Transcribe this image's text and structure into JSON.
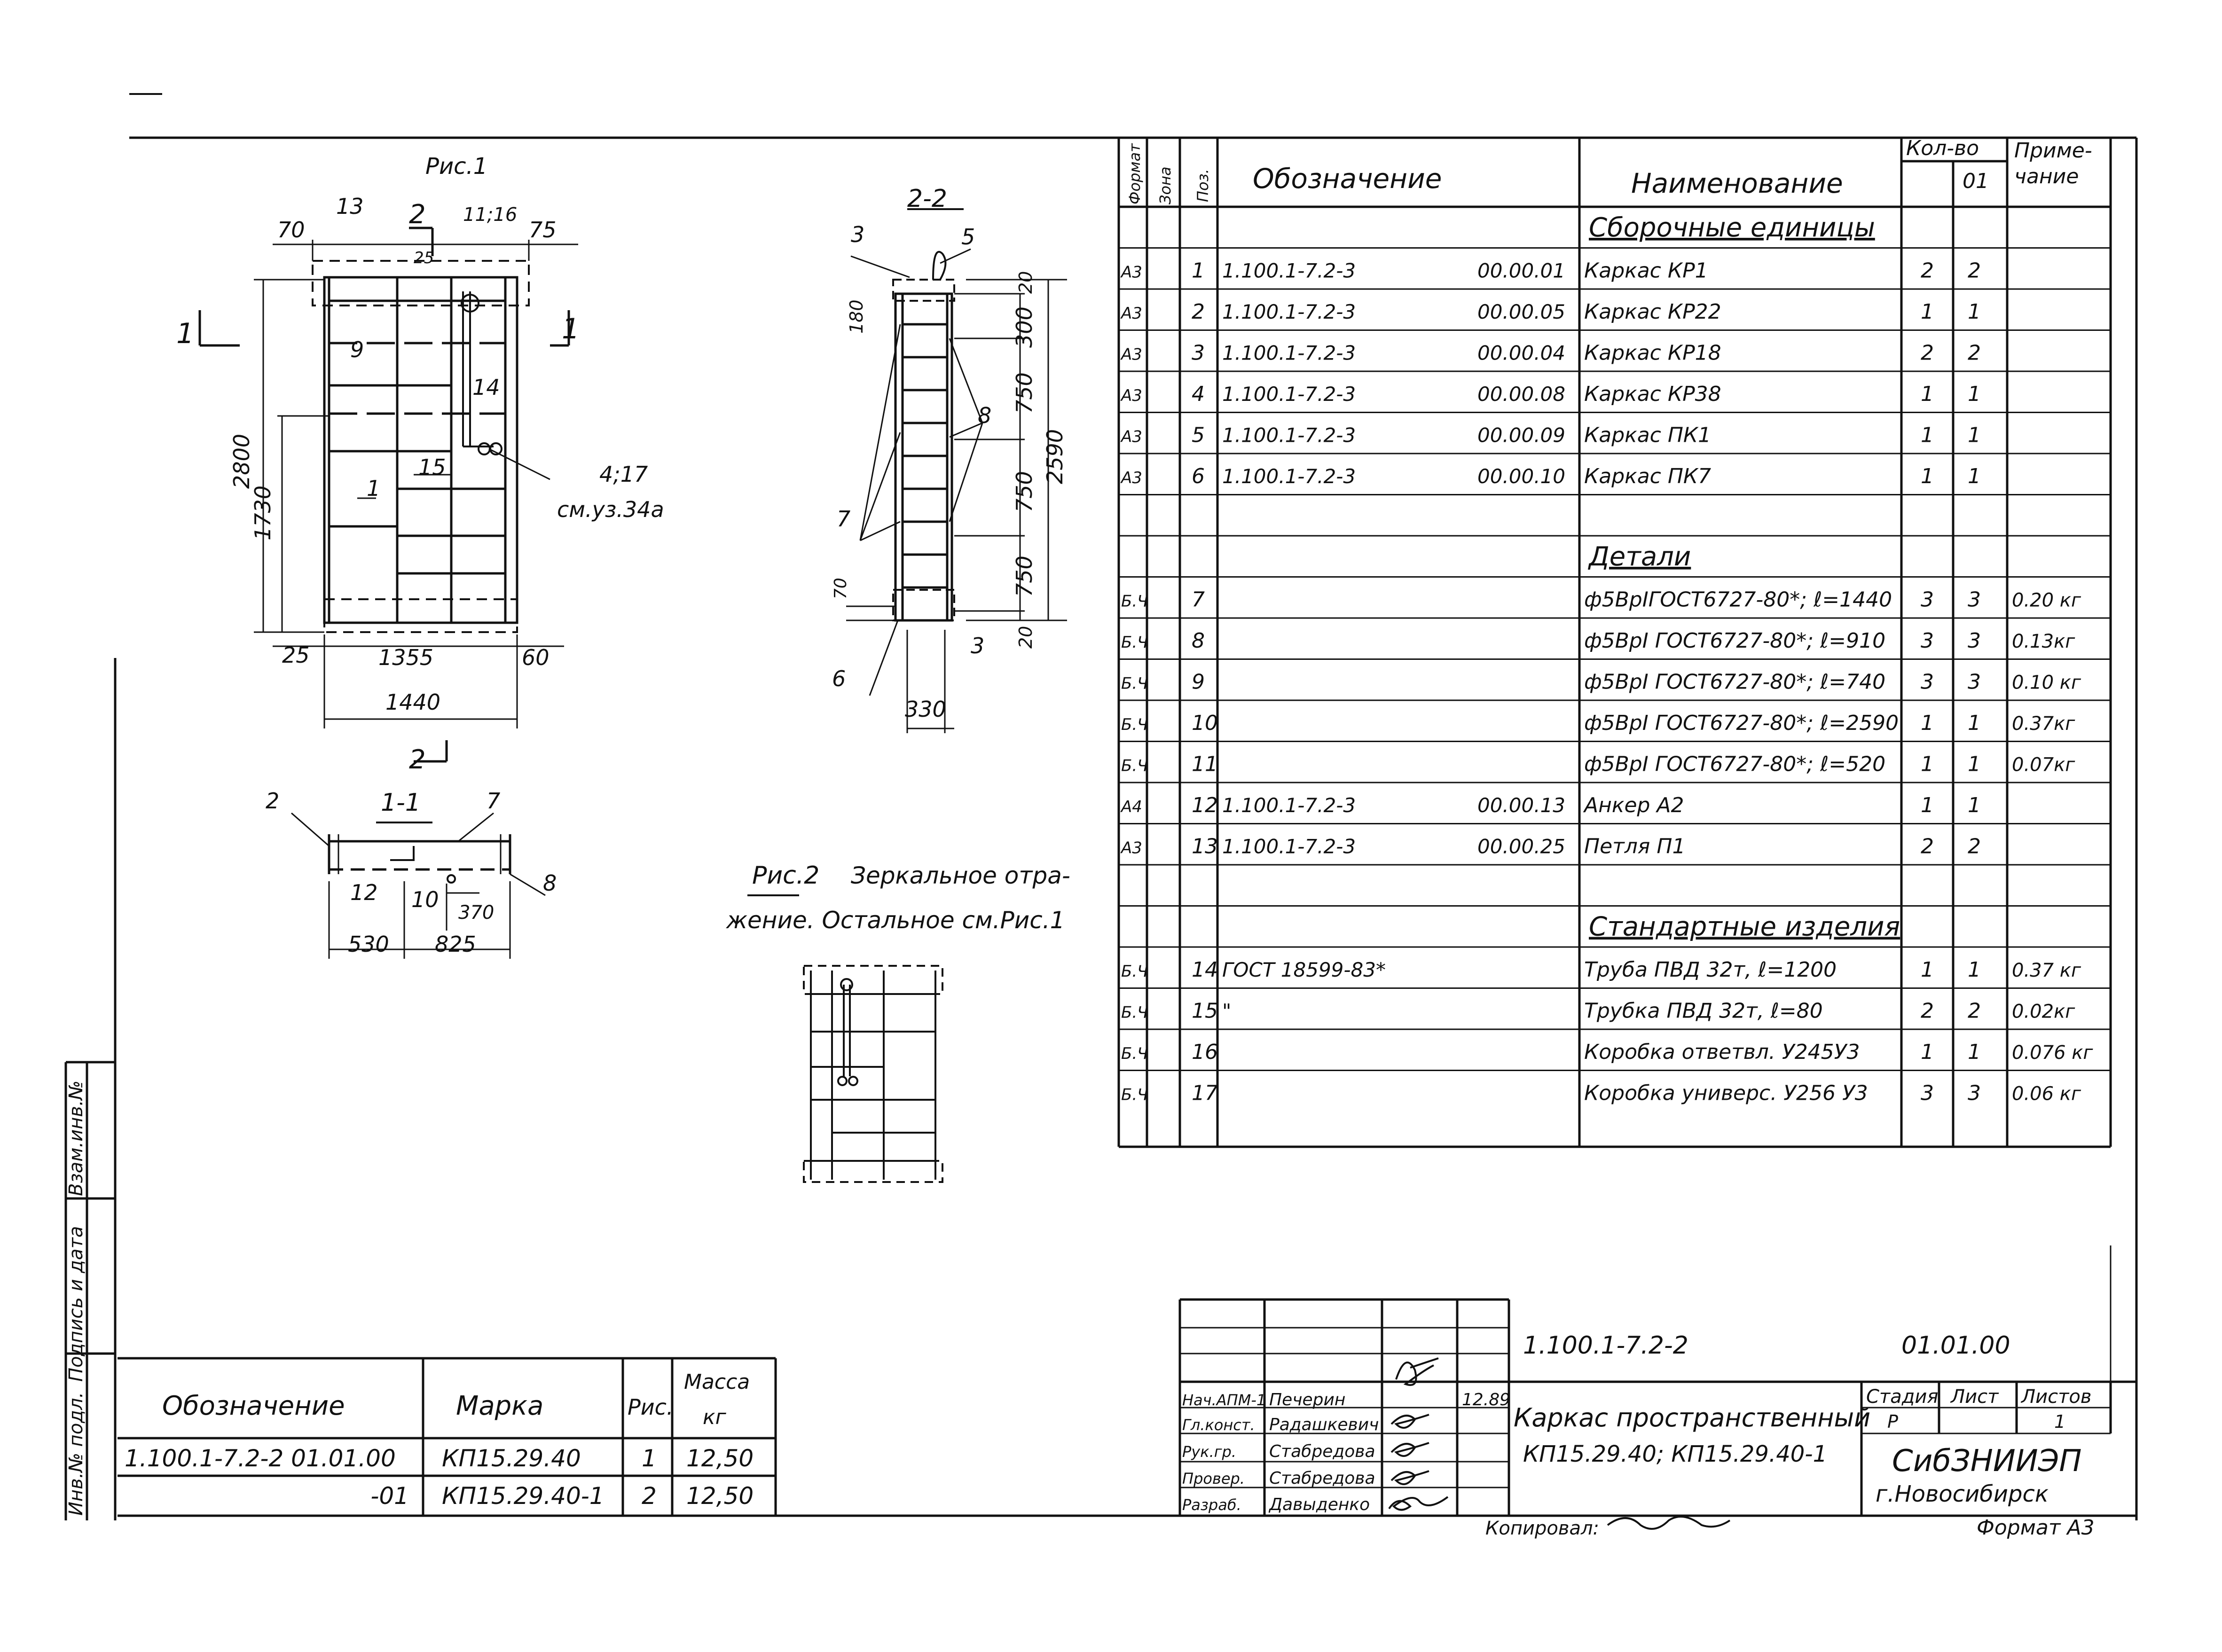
{
  "fig1": {
    "title": "Рис.1",
    "dims": {
      "d70": "70",
      "d75": "75",
      "d25": "25",
      "d2800": "2800",
      "d1730": "1730",
      "d1355": "1355",
      "d1440": "1440",
      "d60": "60",
      "d25b": "25"
    },
    "labels": {
      "l13": "13",
      "l2": "2",
      "l11_16": "11;16",
      "l9": "9",
      "l14": "14",
      "l1": "1",
      "l15": "15",
      "l4_17": "4;17",
      "ref": "см.уз.34а",
      "cut1a": "1",
      "cut1b": "1",
      "cut2b": "2"
    }
  },
  "fig22": {
    "title": "2-2",
    "labels": {
      "l3": "3",
      "l5": "5",
      "l8": "8",
      "l7": "7",
      "l3b": "3",
      "l6": "6"
    },
    "dims": {
      "d20a": "20",
      "d180": "180",
      "d300": "300",
      "d750a": "750",
      "d750b": "750",
      "d750c": "750",
      "d2590": "2590",
      "d70": "70",
      "d20b": "20",
      "d330": "330"
    }
  },
  "fig11": {
    "title": "1-1",
    "labels": {
      "l2": "2",
      "l7": "7",
      "l12": "12",
      "l10": "10",
      "l8": "8"
    },
    "dims": {
      "d370": "370",
      "d530": "530",
      "d825": "825"
    }
  },
  "fig2": {
    "title": "Рис.2",
    "note1": "Зеркальное отра-",
    "note2": "жение. Остальное см.Рис.1"
  },
  "spec": {
    "headers": {
      "format": "Формат",
      "zone": "Зона",
      "pos": "Поз.",
      "designation": "Обозначение",
      "name": "Наименование",
      "qty": "Кол-во",
      "qty01": "01",
      "note1": "Приме-",
      "note2": "чание"
    },
    "rows": [
      {
        "f": "",
        "p": "",
        "d": "",
        "c": "",
        "n": "Сборочные единицы",
        "q1": "",
        "q2": "",
        "m": "",
        "section": true
      },
      {
        "f": "А3",
        "p": "1",
        "d": "1.100.1-7.2-3",
        "c": "00.00.01",
        "n": "Каркас КР1",
        "q1": "2",
        "q2": "2",
        "m": ""
      },
      {
        "f": "А3",
        "p": "2",
        "d": "1.100.1-7.2-3",
        "c": "00.00.05",
        "n": "Каркас КР22",
        "q1": "1",
        "q2": "1",
        "m": ""
      },
      {
        "f": "А3",
        "p": "3",
        "d": "1.100.1-7.2-3",
        "c": "00.00.04",
        "n": "Каркас КР18",
        "q1": "2",
        "q2": "2",
        "m": ""
      },
      {
        "f": "А3",
        "p": "4",
        "d": "1.100.1-7.2-3",
        "c": "00.00.08",
        "n": "Каркас КР38",
        "q1": "1",
        "q2": "1",
        "m": ""
      },
      {
        "f": "А3",
        "p": "5",
        "d": "1.100.1-7.2-3",
        "c": "00.00.09",
        "n": "Каркас ПК1",
        "q1": "1",
        "q2": "1",
        "m": ""
      },
      {
        "f": "А3",
        "p": "6",
        "d": "1.100.1-7.2-3",
        "c": "00.00.10",
        "n": "Каркас ПК7",
        "q1": "1",
        "q2": "1",
        "m": ""
      },
      {
        "f": "",
        "p": "",
        "d": "",
        "c": "",
        "n": "",
        "q1": "",
        "q2": "",
        "m": ""
      },
      {
        "f": "",
        "p": "",
        "d": "",
        "c": "",
        "n": "Детали",
        "q1": "",
        "q2": "",
        "m": "",
        "section": true
      },
      {
        "f": "Б.Ч",
        "p": "7",
        "d": "",
        "c": "",
        "n": "ф5ВрIГОСТ6727-80*; ℓ=1440",
        "q1": "3",
        "q2": "3",
        "m": "0.20 кг"
      },
      {
        "f": "Б.Ч",
        "p": "8",
        "d": "",
        "c": "",
        "n": "ф5ВрI ГОСТ6727-80*; ℓ=910",
        "q1": "3",
        "q2": "3",
        "m": "0.13кг"
      },
      {
        "f": "Б.Ч",
        "p": "9",
        "d": "",
        "c": "",
        "n": "ф5ВрI ГОСТ6727-80*; ℓ=740",
        "q1": "3",
        "q2": "3",
        "m": "0.10 кг"
      },
      {
        "f": "Б.Ч",
        "p": "10",
        "d": "",
        "c": "",
        "n": "ф5ВрI ГОСТ6727-80*; ℓ=2590",
        "q1": "1",
        "q2": "1",
        "m": "0.37кг"
      },
      {
        "f": "Б.Ч",
        "p": "11",
        "d": "",
        "c": "",
        "n": "ф5ВрI ГОСТ6727-80*; ℓ=520",
        "q1": "1",
        "q2": "1",
        "m": "0.07кг"
      },
      {
        "f": "А4",
        "p": "12",
        "d": "1.100.1-7.2-3",
        "c": "00.00.13",
        "n": "Анкер А2",
        "q1": "1",
        "q2": "1",
        "m": ""
      },
      {
        "f": "А3",
        "p": "13",
        "d": "1.100.1-7.2-3",
        "c": "00.00.25",
        "n": "Петля П1",
        "q1": "2",
        "q2": "2",
        "m": ""
      },
      {
        "f": "",
        "p": "",
        "d": "",
        "c": "",
        "n": "",
        "q1": "",
        "q2": "",
        "m": ""
      },
      {
        "f": "",
        "p": "",
        "d": "",
        "c": "",
        "n": "Стандартные изделия",
        "q1": "",
        "q2": "",
        "m": "",
        "section": true
      },
      {
        "f": "Б.Ч",
        "p": "14",
        "d": "ГОСТ 18599-83*",
        "c": "",
        "n": "Труба ПВД 32т, ℓ=1200",
        "q1": "1",
        "q2": "1",
        "m": "0.37 кг"
      },
      {
        "f": "Б.Ч",
        "p": "15",
        "d": "\"",
        "c": "",
        "n": "Трубка ПВД 32т, ℓ=80",
        "q1": "2",
        "q2": "2",
        "m": "0.02кг"
      },
      {
        "f": "Б.Ч",
        "p": "16",
        "d": "",
        "c": "",
        "n": "Коробка ответвл. У245У3",
        "q1": "1",
        "q2": "1",
        "m": "0.076 кг"
      },
      {
        "f": "Б.Ч",
        "p": "17",
        "d": "",
        "c": "",
        "n": "Коробка универс. У256 У3",
        "q1": "3",
        "q2": "3",
        "m": "0.06 кг"
      }
    ]
  },
  "marks": {
    "h_designation": "Обозначение",
    "h_mark": "Марка",
    "h_fig": "Рис.",
    "h_mass1": "Масса",
    "h_mass2": "кг",
    "rows": [
      {
        "d": "1.100.1-7.2-2   01.01.00",
        "m": "КП15.29.40",
        "f": "1",
        "w": "12,50"
      },
      {
        "d": "-01",
        "m": "КП15.29.40-1",
        "f": "2",
        "w": "12,50"
      }
    ]
  },
  "stamp": {
    "code": "1.100.1-7.2-2",
    "code2": "01.01.00",
    "title1": "Каркас пространственный",
    "title2": "КП15.29.40;  КП15.29.40-1",
    "stage_h": "Стадия",
    "sheet_h": "Лист",
    "sheets_h": "Листов",
    "stage": "Р",
    "sheet": "",
    "sheets": "1",
    "org1": "СибЗНИИЭП",
    "org2": "г.Новосибирск",
    "date": "12.89",
    "people": [
      {
        "role": "Нач.АПМ-1",
        "name": "Печерин"
      },
      {
        "role": "Гл.конст.",
        "name": "Радашкевич"
      },
      {
        "role": "Рук.гр.",
        "name": "Стабредова"
      },
      {
        "role": "Провер.",
        "name": "Стабредова"
      },
      {
        "role": "Разраб.",
        "name": "Давыденко"
      }
    ]
  },
  "side": {
    "a": "Инв.№ подл.",
    "b": "Подпись и дата",
    "c": "Взам.инв.№"
  },
  "footer": {
    "copied": "Копировал:",
    "format": "Формат А3"
  }
}
